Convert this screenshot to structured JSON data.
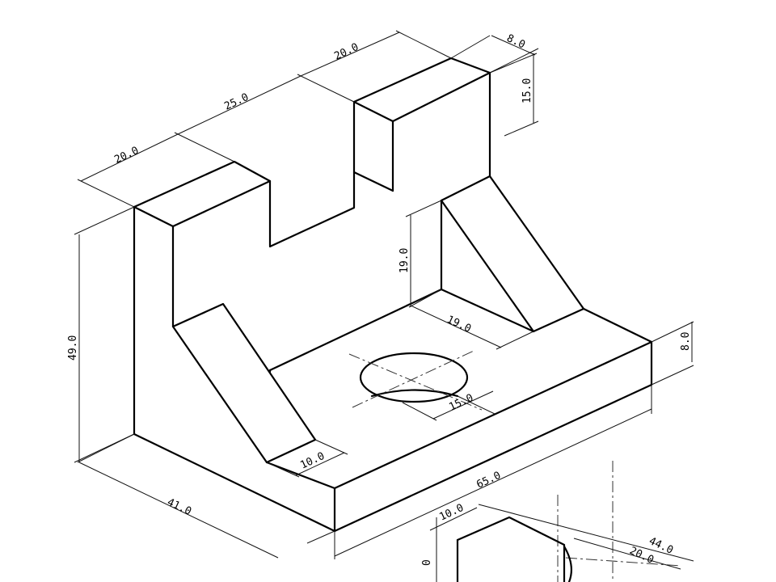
{
  "dimensions": {
    "top_left_width": "20.0",
    "slot_width": "25.0",
    "top_right_width": "20.0",
    "top_depth": "8.0",
    "step_height": "15.0",
    "overall_height": "49.0",
    "rib_height": "19.0",
    "rib_length": "19.0",
    "rib_thickness": "10.0",
    "hole_diameter": "15.0",
    "base_thickness": "8.0",
    "overall_length": "65.0",
    "overall_depth": "41.0",
    "lower_a": "10.0",
    "lower_b": "44.0",
    "lower_c": "20.0",
    "lower_cut": "0"
  }
}
